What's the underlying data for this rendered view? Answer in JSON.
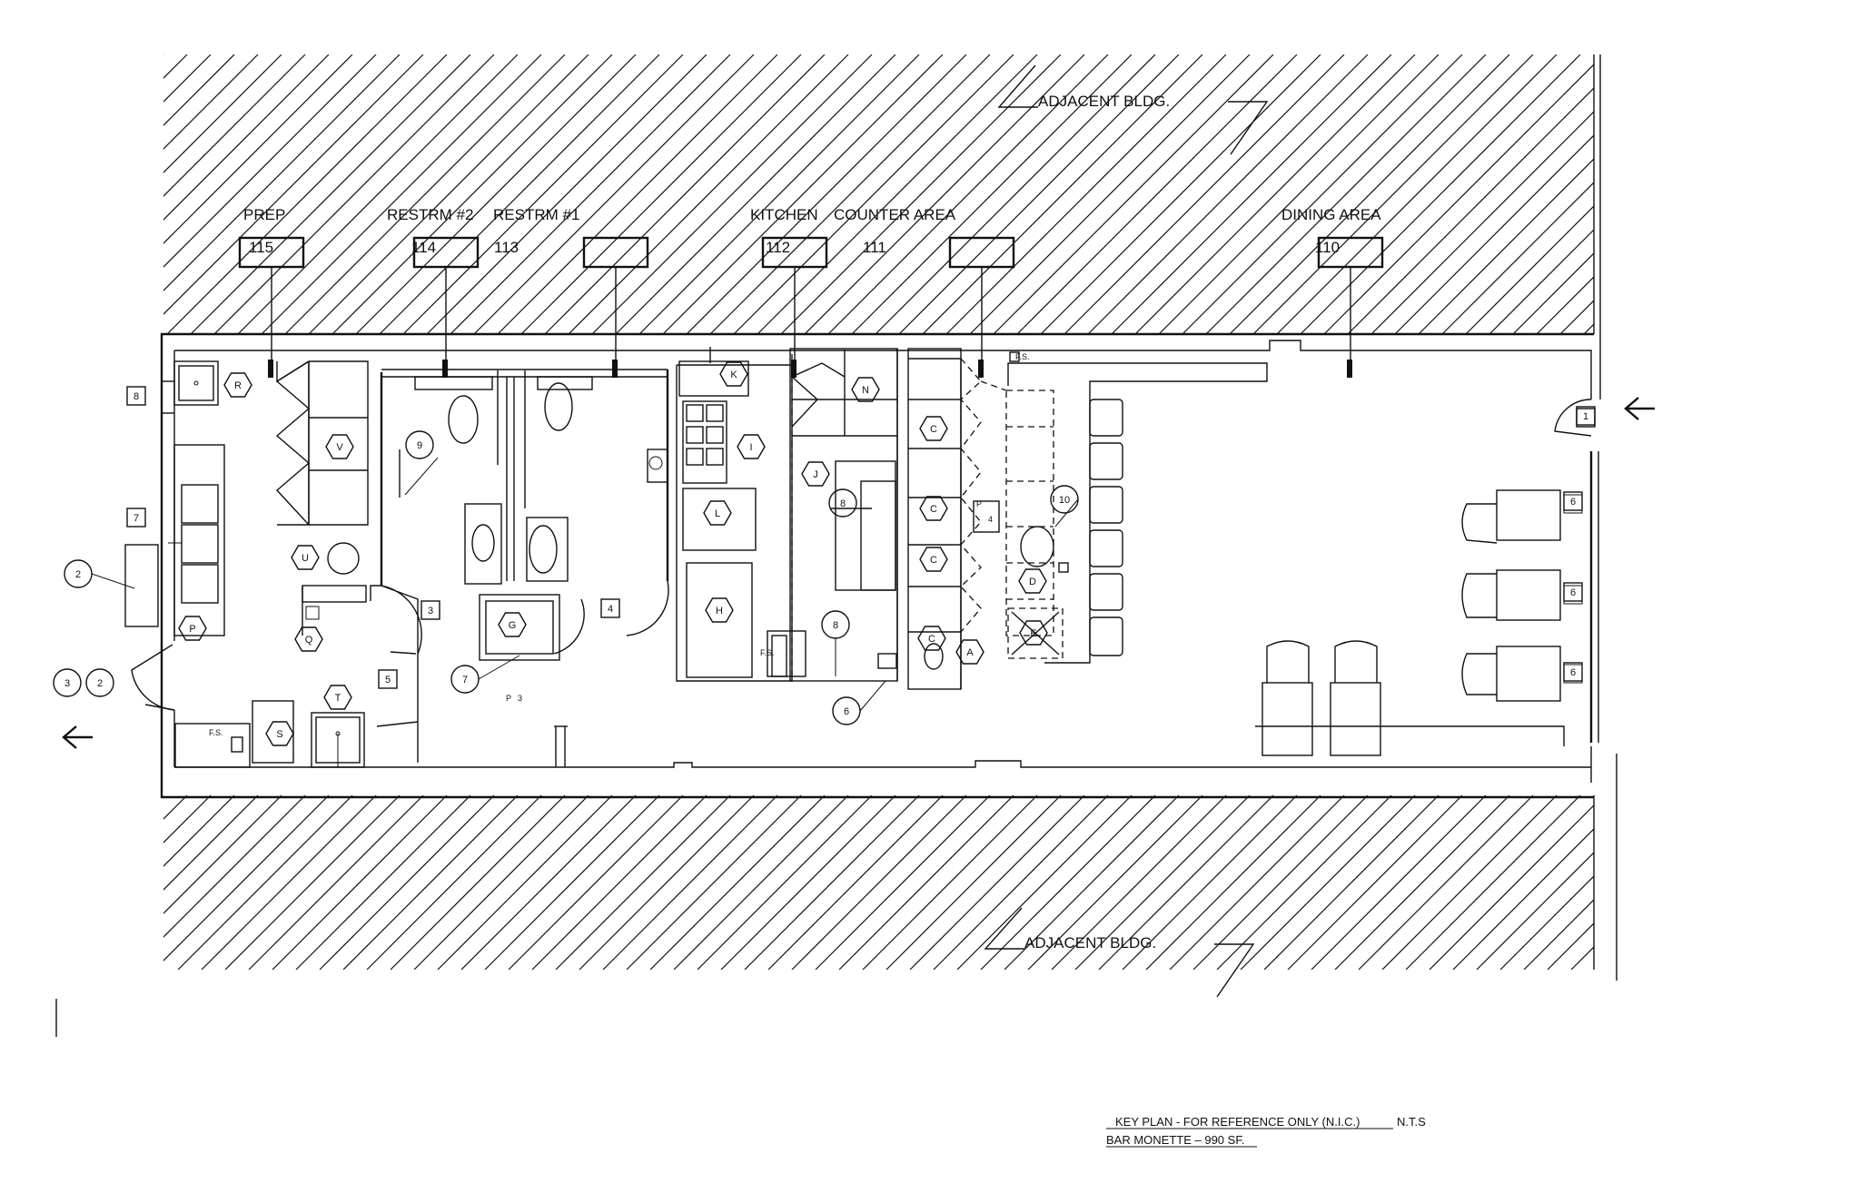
{
  "rooms": [
    {
      "name": "PREP",
      "number": "115"
    },
    {
      "name": "RESTRM #2",
      "number": "114"
    },
    {
      "name": "RESTRM #1",
      "number": "113"
    },
    {
      "name": "KITCHEN",
      "number": "112"
    },
    {
      "name": "COUNTER AREA",
      "number": "111"
    },
    {
      "name": "DINING AREA",
      "number": "110"
    }
  ],
  "adjacent_top": "ADJACENT BLDG.",
  "adjacent_bottom": "ADJACENT BLDG.",
  "key_plan": {
    "line1": "KEY PLAN - FOR REFERENCE ONLY (N.I.C.)",
    "scale": "N.T.S",
    "line2": "BAR MONETTE – 990 SF."
  },
  "equipment_hex": [
    "R",
    "V",
    "U",
    "P",
    "Q",
    "S",
    "T",
    "G",
    "K",
    "I",
    "L",
    "H",
    "J",
    "N",
    "C",
    "C",
    "C",
    "C",
    "D",
    "E",
    "A"
  ],
  "keynotes": [
    "8",
    "7",
    "2",
    "3",
    "2",
    "9",
    "3",
    "5",
    "7",
    "4",
    "8",
    "8",
    "6",
    "10",
    "1",
    "6",
    "6",
    "6"
  ],
  "small_labels": [
    "F.S.",
    "P",
    "3",
    "F.S.",
    "F.S.",
    "P",
    "4"
  ],
  "colors": {
    "line": "#111111",
    "background": "#ffffff"
  }
}
